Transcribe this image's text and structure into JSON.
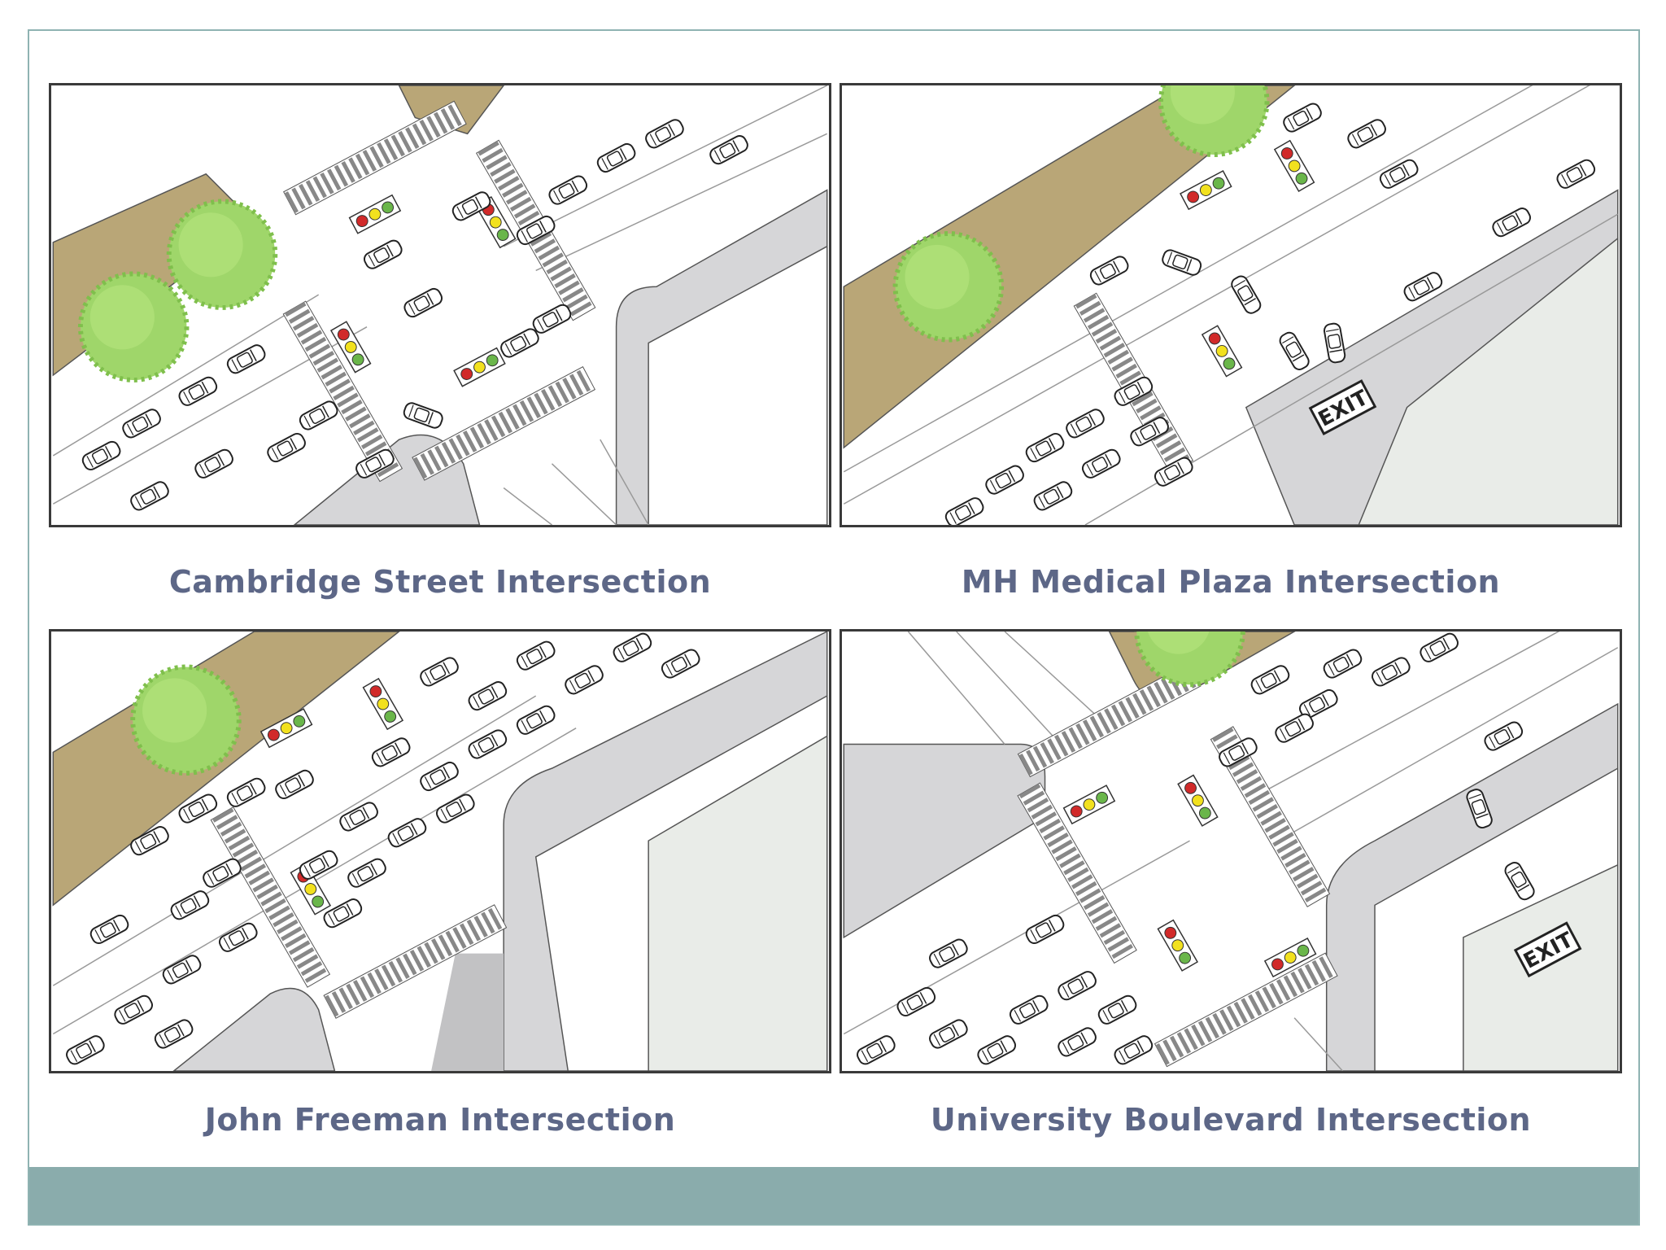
{
  "panels": [
    {
      "caption": "Cambridge Street Intersection"
    },
    {
      "caption": "MH Medical Plaza Intersection",
      "exit_sign": "EXIT"
    },
    {
      "caption": "John Freeman Intersection"
    },
    {
      "caption": "University Boulevard Intersection",
      "exit_sign": "EXIT"
    }
  ],
  "icons": {
    "tree": "tree-icon",
    "car": "car-icon",
    "traffic_light": "traffic-light-icon",
    "crosswalk": "crosswalk-stripes"
  },
  "colors": {
    "slide_border": "#8fb3b2",
    "footer_band": "#8aacac",
    "caption_text": "#5d6787",
    "median_soil": "#b9a677",
    "tree_green": "#9fd66a",
    "curb_gray": "#d6d6d8",
    "plaza": "#e9ece8",
    "signal_red": "#d12a2a",
    "signal_yellow": "#f2e11e",
    "signal_green": "#6ab64a"
  }
}
